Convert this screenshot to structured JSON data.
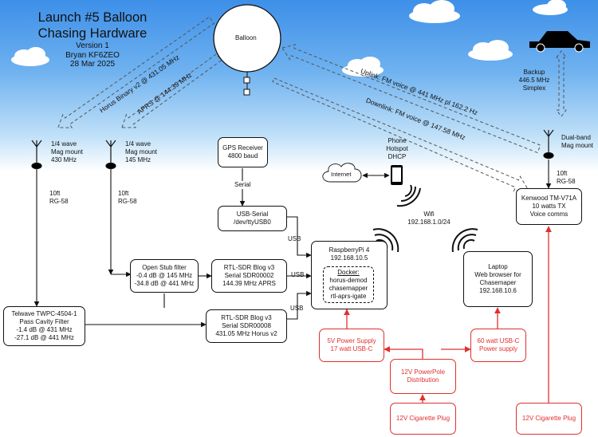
{
  "title": {
    "lines": [
      "Launch #5 Balloon",
      "Chasing Hardware"
    ],
    "version": "Version 1",
    "author": "Bryan KF6ZEO",
    "date": "28 Mar 2025"
  },
  "balloon": {
    "label": "Balloon"
  },
  "links": {
    "horus": "Horus Binary v2 @ 431.05 MHz",
    "aprs": "APRS @ 144.39 MHz",
    "uplink": "Uplink: FM voice @ 441 MHz pl 162.2 Hz",
    "downlink": "Downlink: FM voice @ 147.58 MHz",
    "backup": [
      "Backup",
      "446.5 MHz",
      "Simplex"
    ]
  },
  "antennas": {
    "a430": [
      "1/4 wave",
      "Mag mount",
      "430 MHz"
    ],
    "a145": [
      "1/4 wave",
      "Mag mount",
      "145 MHz"
    ],
    "dual": [
      "Dual-band",
      "Mag mount"
    ]
  },
  "cables": {
    "c1": [
      "10ft",
      "RG-58"
    ],
    "c2": [
      "10ft",
      "RG-58"
    ],
    "c3": [
      "10ft",
      "RG-58"
    ]
  },
  "gps": {
    "lines": [
      "GPS Receiver",
      "4800 baud"
    ],
    "link": "Serial"
  },
  "usbserial": {
    "lines": [
      "USB-Serial",
      "/dev/ttyUSB0"
    ]
  },
  "usb_labels": {
    "u1": "USB",
    "u2": "USB",
    "u3": "USB"
  },
  "stub": {
    "lines": [
      "Open Stub filter",
      "-0.4 dB @ 145 MHz",
      "-34.8 dB @ 441 MHz"
    ]
  },
  "sdr1": {
    "lines": [
      "RTL-SDR Blog v3",
      "Serial SDR00002",
      "144.39 MHz APRS"
    ]
  },
  "sdr2": {
    "lines": [
      "RTL-SDR Blog v3",
      "Serial SDR00008",
      "431.05 MHz Horus v2"
    ]
  },
  "cavity": {
    "lines": [
      "Telwave TWPC-4504-1",
      "Pass Cavity Filter",
      "-1.4 dB @ 431 MHz",
      "-27.1 dB @ 441 MHz"
    ]
  },
  "pi": {
    "lines": [
      "RaspberryPi 4",
      "192.168.10.5"
    ],
    "docker": [
      "Docker:",
      "horus-demod",
      "chasemapper",
      "rtl-aprs-igate"
    ]
  },
  "phone": {
    "lines": [
      "Phone",
      "Hotspot",
      "DHCP"
    ],
    "internet": "Internet"
  },
  "wifi": {
    "lines": [
      "Wifi",
      "192.168.1.0/24"
    ]
  },
  "laptop": {
    "lines": [
      "Laptop",
      "Web browser for",
      "Chasemaper",
      "192.168.10.6"
    ]
  },
  "radio": {
    "lines": [
      "Kenwood TM-V71A",
      "10 watts TX",
      "Voice comms"
    ]
  },
  "power": {
    "ps5v": [
      "5V Power Supply",
      "17 watt USB-C"
    ],
    "ps60": [
      "60 watt USB-C",
      "Power supply"
    ],
    "powerpole": [
      "12V PowerPole",
      "Distribution"
    ],
    "cig1": "12V Cigarette Plug",
    "cig2": "12V Cigarette Plug"
  },
  "colors": {
    "power": "#e03030",
    "line": "#111111"
  }
}
